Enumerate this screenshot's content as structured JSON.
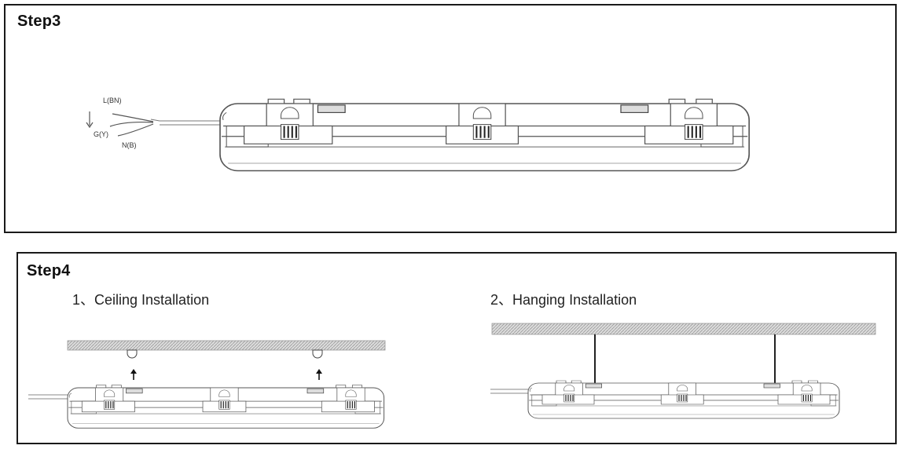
{
  "step3": {
    "title": "Step3",
    "wire_labels": {
      "live": "L(BN)",
      "ground": "G(Y)",
      "neutral": "N(B)"
    },
    "icons": [
      "ground-arrow-icon"
    ]
  },
  "step4": {
    "title": "Step4",
    "ceiling": {
      "title": "1、Ceiling Installation",
      "icons": [
        "up-arrow-icon",
        "up-arrow-icon"
      ]
    },
    "hanging": {
      "title": "2、Hanging Installation"
    }
  },
  "colors": {
    "line": "#555555",
    "panel_border": "#1a1a1a",
    "ceiling_fill": "#d8d8d8"
  }
}
